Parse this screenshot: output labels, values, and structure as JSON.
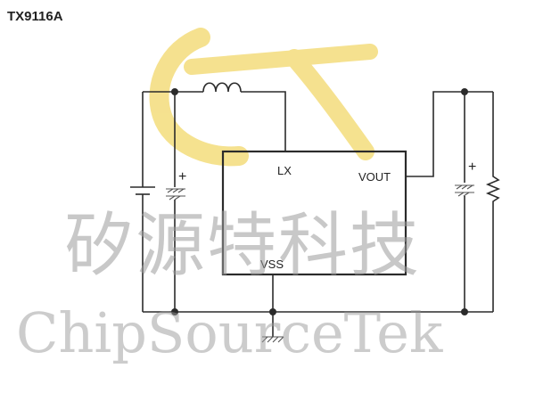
{
  "title": "TX9116A",
  "pins": {
    "lx": "LX",
    "vout": "VOUT",
    "vss": "VSS"
  },
  "polarity": {
    "input_cap": "+",
    "output_cap": "+"
  },
  "watermark": {
    "chinese": "矽源特科技",
    "english": "ChipSourceTek",
    "logo_color": "#f2d86a"
  },
  "colors": {
    "wire": "#2b2b2b",
    "logo": "#f2d86a"
  }
}
